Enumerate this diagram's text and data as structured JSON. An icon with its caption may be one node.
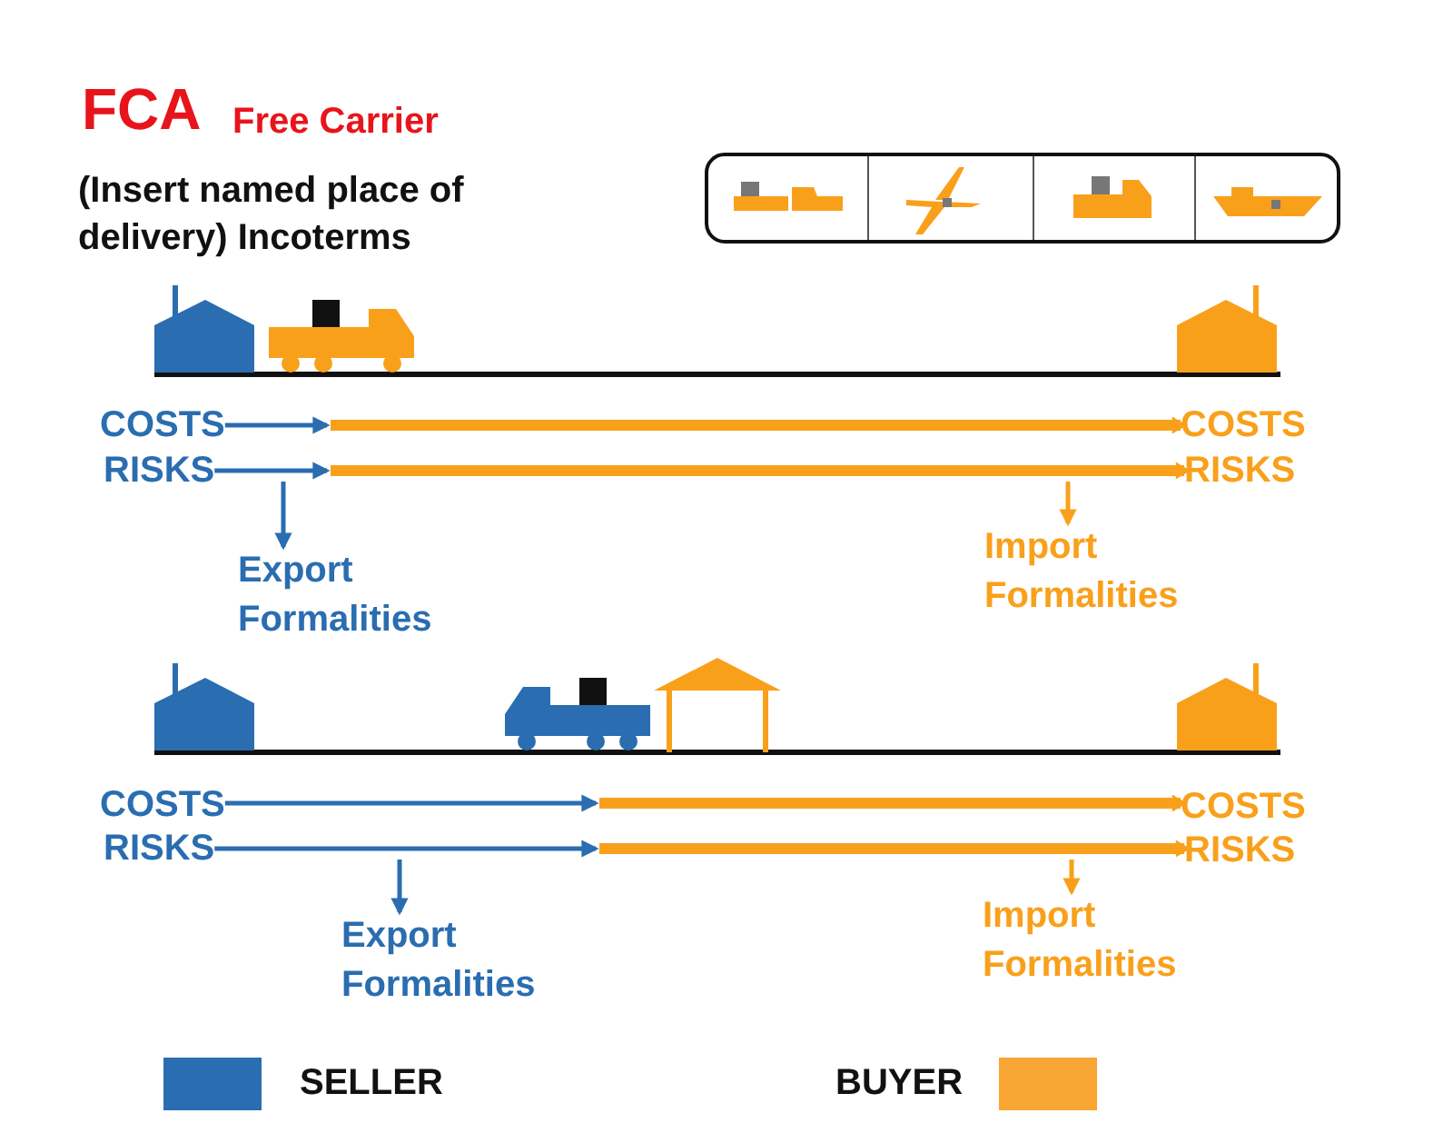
{
  "diagram": {
    "title": "FCA",
    "nodes": [
      {
        "text": [
          "COSTS"
        ]
      },
      {
        "text": [
          "RISKS"
        ]
      },
      {
        "text": [
          "COSTS"
        ]
      },
      {
        "text": [
          "RISKS"
        ]
      },
      {
        "text": [
          "Export Formalities"
        ]
      },
      {
        "text": [
          "Import Formalities"
        ]
      },
      {
        "text": [
          "COSTS"
        ]
      },
      {
        "text": [
          "RISKS"
        ]
      },
      {
        "text": [
          "COSTS"
        ]
      },
      {
        "text": [
          "RISKS"
        ]
      },
      {
        "text": [
          "Export Formalities"
        ]
      },
      {
        "text": [
          "Import Formalities"
        ]
      }
    ],
    "edges": [
      {
        "from": 0,
        "to": null,
        "arrow": "to",
        "color": "#2a6db0"
      },
      {
        "from": null,
        "to": 2,
        "arrow": "to",
        "style": "thick",
        "color": "#f9a01b"
      },
      {
        "from": 1,
        "to": null,
        "arrow": "to",
        "color": "#2a6db0"
      },
      {
        "from": null,
        "to": 3,
        "arrow": "to",
        "style": "thick",
        "color": "#f9a01b"
      },
      {
        "from": null,
        "to": 4,
        "arrow": "to",
        "color": "#2a6db0"
      },
      {
        "from": null,
        "to": 5,
        "arrow": "to",
        "color": "#f9a01b"
      },
      {
        "from": 6,
        "to": null,
        "arrow": "to",
        "color": "#2a6db0"
      },
      {
        "from": null,
        "to": 8,
        "arrow": "to",
        "style": "thick",
        "color": "#f9a01b"
      },
      {
        "from": 7,
        "to": null,
        "arrow": "to",
        "color": "#2a6db0"
      },
      {
        "from": null,
        "to": 9,
        "arrow": "to",
        "style": "thick",
        "color": "#f9a01b"
      },
      {
        "from": null,
        "to": 10,
        "arrow": "to",
        "color": "#2a6db0"
      },
      {
        "from": null,
        "to": 11,
        "arrow": "to",
        "color": "#f9a01b"
      }
    ],
    "labels": [
      "Free Carrier",
      "(Insert named place of delivery) Incoterms"
    ],
    "legend": [
      {
        "text": "SELLER",
        "color": "#2a6db0"
      },
      {
        "text": "BUYER",
        "color": "#f9a533"
      }
    ]
  }
}
